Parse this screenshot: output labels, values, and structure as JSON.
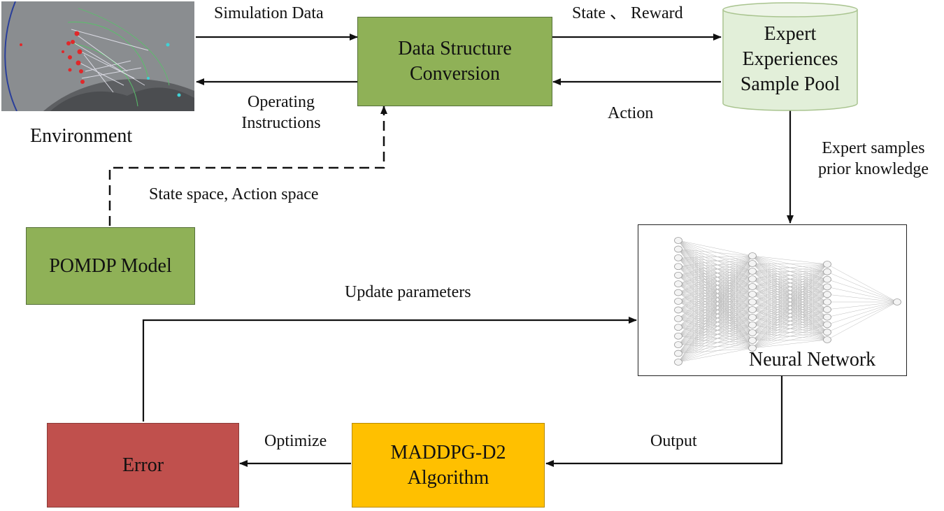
{
  "nodes": {
    "environment": "Environment",
    "data_structure": [
      "Data Structure",
      "Conversion"
    ],
    "expert_pool": [
      "Expert",
      "Experiences",
      "Sample Pool"
    ],
    "pomdp": "POMDP Model",
    "neural_network": "Neural Network",
    "algorithm": [
      "MADDPG-D2",
      "Algorithm"
    ],
    "error": "Error"
  },
  "edges": {
    "simulation_data": "Simulation Data",
    "operating_instructions": [
      "Operating",
      "Instructions"
    ],
    "state_reward": "State 、 Reward",
    "action": "Action",
    "expert_samples": [
      "Expert samples",
      "prior knowledge"
    ],
    "state_action_space": "State space, Action space",
    "update_parameters": "Update parameters",
    "output": "Output",
    "optimize": "Optimize"
  },
  "colors": {
    "green_box": "#8fb157",
    "pool_fill": "#e2efd9",
    "error_box": "#c0504d",
    "algorithm_box": "#ffc000",
    "environment_bg": "#8a8d90"
  }
}
